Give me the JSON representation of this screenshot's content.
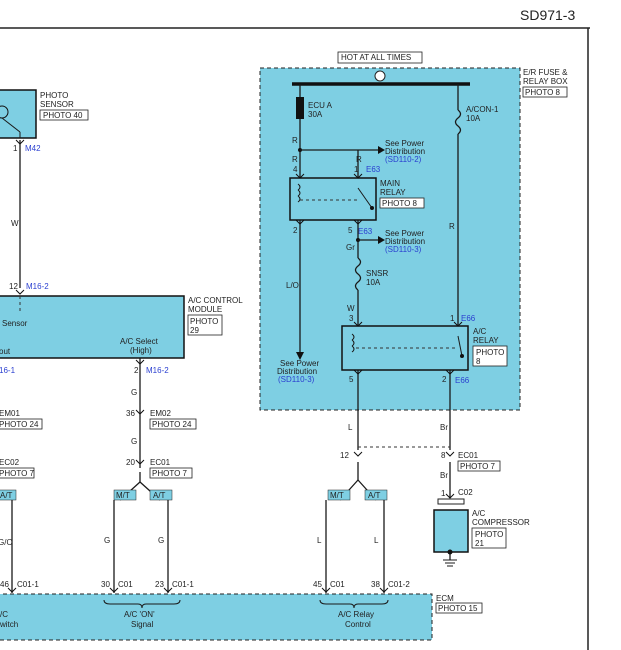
{
  "page_id": "SD971-3",
  "top_labels": {
    "hot_at_all_times": "HOT AT ALL TIMES"
  },
  "fuse_box": {
    "title_line1": "E/R FUSE &",
    "title_line2": "RELAY BOX",
    "photo": "PHOTO 8",
    "fuse_ecu_name": "ECU A",
    "fuse_ecu_amp": "30A",
    "fuse_acon_name": "A/CON-1",
    "fuse_acon_amp": "10A",
    "fuse_snsr_name": "SNSR",
    "fuse_snsr_amp": "10A"
  },
  "main_relay": {
    "line1": "MAIN",
    "line2": "RELAY",
    "photo": "PHOTO 8",
    "connector": "E63",
    "connector2": "E63",
    "pin4": "4",
    "pin1": "1",
    "pin2": "2",
    "pin5": "5"
  },
  "ac_relay": {
    "line1": "A/C",
    "line2": "RELAY",
    "photo_line1": "PHOTO",
    "photo_line2": "8",
    "connector_top": "E66",
    "connector_bottom": "E66",
    "pin3": "3",
    "pin1": "1",
    "pin5": "5",
    "pin2": "2"
  },
  "see_power": [
    {
      "l1": "See Power",
      "l2": "Distribution",
      "ref": "(SD110-2)"
    },
    {
      "l1": "See Power",
      "l2": "Distribution",
      "ref": "(SD110-3)"
    },
    {
      "l1": "See Power",
      "l2": "Distribution",
      "ref": "(SD110-3)"
    }
  ],
  "wire_colors": {
    "r1": "R",
    "r2": "R",
    "r3": "R",
    "r4": "R",
    "gr": "Gr",
    "w1": "W",
    "w2": "W",
    "lo": "L/O",
    "l1": "L",
    "br1": "Br",
    "br2": "Br",
    "g1": "G",
    "g2": "G",
    "g3": "G",
    "g4": "G",
    "l2": "L",
    "l3": "L",
    "go": "G/O"
  },
  "photo_sensor": {
    "line1": "PHOTO",
    "line2": "SENSOR",
    "photo": "PHOTO 40",
    "pin": "1",
    "connector": "M42"
  },
  "ac_control": {
    "line1": "A/C CONTROL",
    "line2": "MODULE",
    "photo_line1": "PHOTO",
    "photo_line2": "29",
    "sensor_label": "Sensor",
    "out_label": "out",
    "select_line1": "A/C Select",
    "select_line2": "(High)",
    "pin12": "12",
    "conn_top": "M16-2",
    "pin2": "2",
    "conn_bottom_right": "M16-2",
    "conn_bottom_left": "16-1"
  },
  "connectors": {
    "em01": "EM01",
    "em01_photo": "PHOTO 24",
    "em02_pin": "36",
    "em02": "EM02",
    "em02_photo": "PHOTO 24",
    "ec02_left": "EC02",
    "ec02_left_photo": "PHOTO 7",
    "ec01_pin": "20",
    "ec01": "EC01",
    "ec01_photo": "PHOTO 7",
    "ec01_right_pin": "8",
    "ec01_right": "EC01",
    "ec01_right_photo": "PHOTO 7",
    "pin12": "12",
    "c02_pin": "1",
    "c02": "C02"
  },
  "compressor": {
    "line1": "A/C",
    "line2": "COMPRESSOR",
    "photo_line1": "PHOTO",
    "photo_line2": "21"
  },
  "tabs": {
    "at_left": "A/T",
    "mt_mid": "M/T",
    "at_mid": "A/T",
    "mt_right": "M/T",
    "at_right": "A/T"
  },
  "ecm": {
    "label": "ECM",
    "photo": "PHOTO 15",
    "pin46": "46",
    "c01_a": "C01-1",
    "pin30": "30",
    "c01_b": "C01",
    "pin23": "23",
    "c01_c": "C01-1",
    "pin45": "45",
    "c01_d": "C01",
    "pin38": "38",
    "c01_e": "C01-2",
    "sig_left1": "/C",
    "sig_left2": "witch",
    "sig_mid1": "A/C 'ON'",
    "sig_mid2": "Signal",
    "sig_right1": "A/C Relay",
    "sig_right2": "Control"
  },
  "colors": {
    "component_fill": "#7ecfe3",
    "tab_fill": "#7ecfe3",
    "connector_blue": "#2a3fd0"
  }
}
